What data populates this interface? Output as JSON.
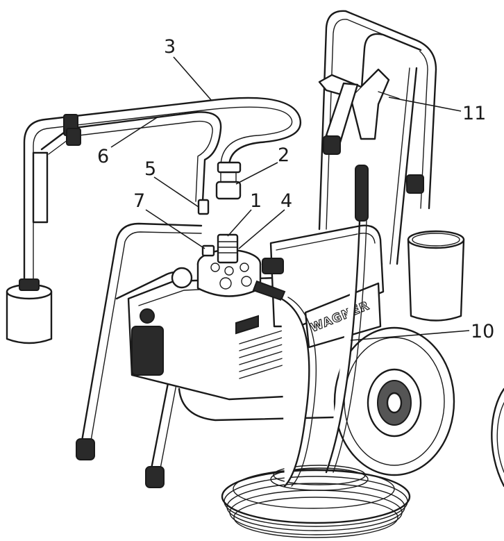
{
  "diagram": {
    "brand_label": "WAGNER",
    "callouts": [
      {
        "id": "1",
        "label": "1"
      },
      {
        "id": "2",
        "label": "2"
      },
      {
        "id": "3",
        "label": "3"
      },
      {
        "id": "4",
        "label": "4"
      },
      {
        "id": "5",
        "label": "5"
      },
      {
        "id": "6",
        "label": "6"
      },
      {
        "id": "7",
        "label": "7"
      },
      {
        "id": "10",
        "label": "10"
      },
      {
        "id": "11",
        "label": "11"
      }
    ]
  }
}
